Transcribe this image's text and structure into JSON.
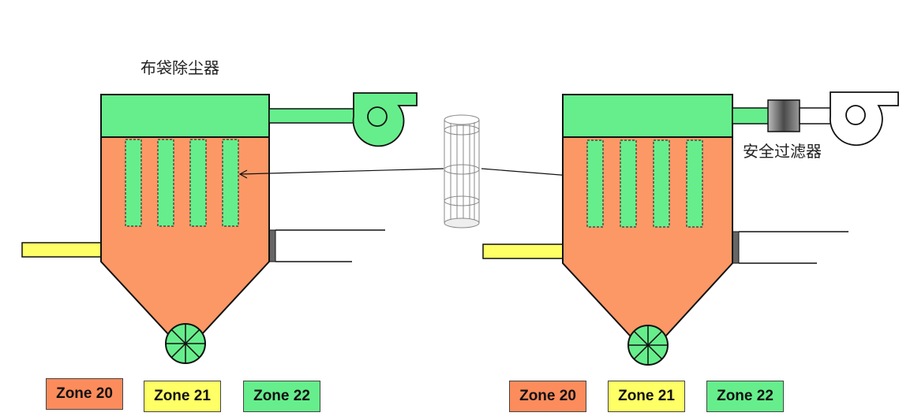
{
  "labels": {
    "bag_filter": "布袋除尘器",
    "safety_filter": "安全过滤器"
  },
  "colors": {
    "hopper": "#fc9866",
    "header": "#66ee8c",
    "bag": "#66ee8c",
    "inlet_duct": "#ffff66",
    "outline": "#111111",
    "safety_filter_body": "#555555",
    "zone20": "#fc8c5c",
    "zone21": "#ffff66",
    "zone22": "#66ee8c"
  },
  "legend": {
    "left": [
      {
        "label": "Zone 20",
        "color": "#fc8c5c"
      },
      {
        "label": "Zone 21",
        "color": "#ffff66"
      },
      {
        "label": "Zone 22",
        "color": "#66ee8c"
      }
    ],
    "right": [
      {
        "label": "Zone 20",
        "color": "#fc8c5c"
      },
      {
        "label": "Zone 21",
        "color": "#ffff66"
      },
      {
        "label": "Zone 22",
        "color": "#66ee8c"
      }
    ]
  },
  "icons": {
    "fan": "centrifugal-fan-icon",
    "rotary_valve": "rotary-valve-icon",
    "filter_bag_cage": "filter-bag-cage-icon"
  }
}
